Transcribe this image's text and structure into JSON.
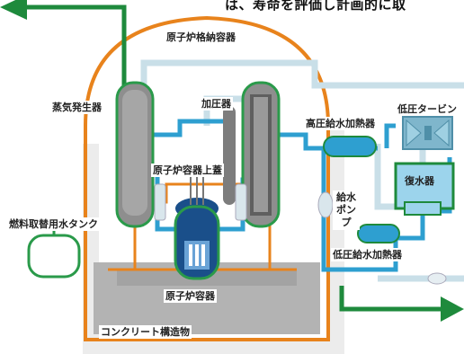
{
  "caption": "は、寿命を評価し計画的に取",
  "labels": {
    "containment_vessel": "原子炉格納容器",
    "steam_generator": "蒸気発生器",
    "pressurizer": "加圧器",
    "hp_feedwater_heater": "高圧給水加熱器",
    "lp_turbine": "低圧タービン",
    "reactor_vessel_head": "原子炉容器上蓋",
    "condenser": "復水器",
    "feedwater_pump": "給水ポンプ",
    "refueling_water_tank": "燃料取替用水タンク",
    "lp_feedwater_heater": "低圧給水加熱器",
    "reactor_vessel": "原子炉容器",
    "concrete_structure": "コンクリート構造物"
  },
  "colors": {
    "containment_orange": "#e8831c",
    "concrete_gray": "#b3b3b3",
    "pipe_blue": "#2e9fd0",
    "pipe_light": "#c9dfe8",
    "steam_green": "#1e8a3c",
    "equipment_green": "#2a9a4a",
    "component_gray": "#8e8e8e"
  },
  "icons": [
    "arrow-left-icon",
    "arrow-right-icon"
  ]
}
